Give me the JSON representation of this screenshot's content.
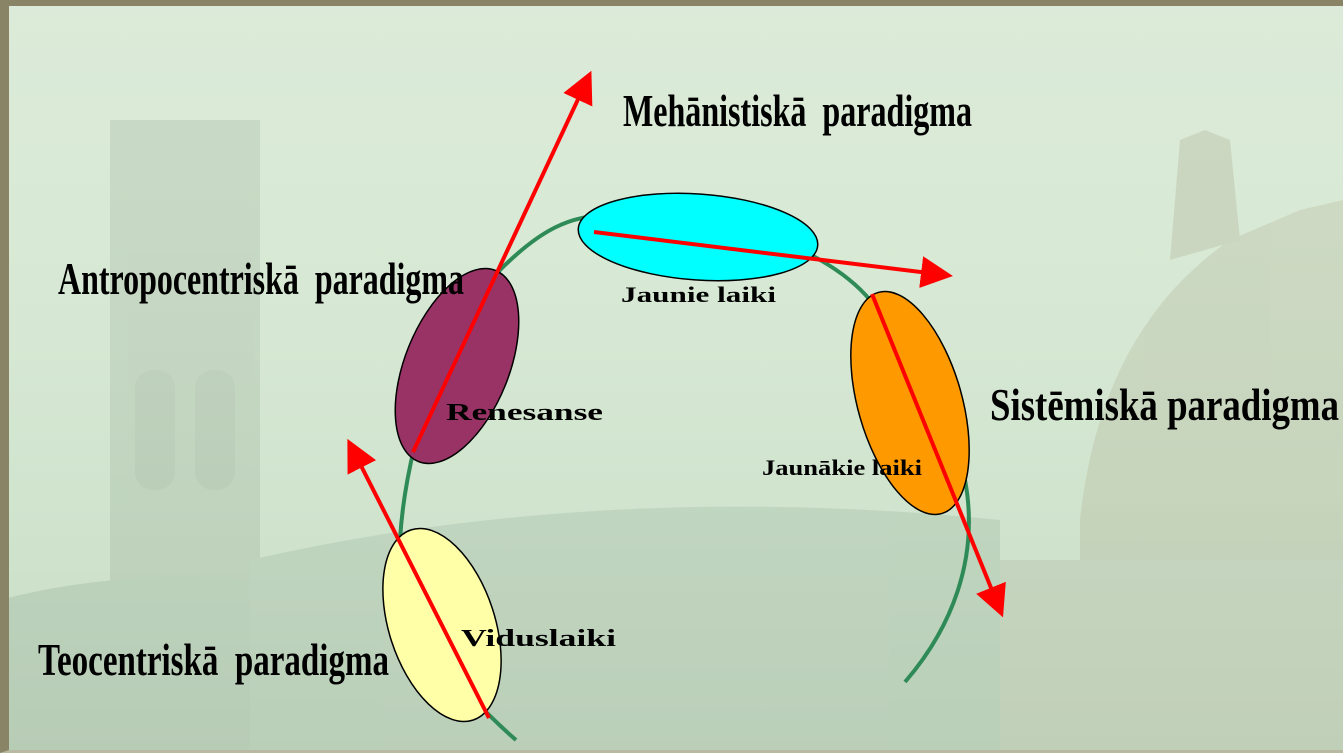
{
  "paradigms": {
    "mechanistic": "Mehānistiskā  paradigma",
    "anthropocentric": "Antropocentriskā  paradigma",
    "systemic": "Sistēmiskā paradigma",
    "theocentric": "Teocentriskā  paradigma"
  },
  "eras": {
    "middle_ages": "Viduslaiki",
    "renaissance": "Renesanse",
    "modern_times": "Jaunie laiki",
    "newest_times": "Jaunākie laiki"
  },
  "colors": {
    "background": "#d6e8d3",
    "curve": "#2e8b57",
    "arrow": "#ff0000",
    "middle_ages_fill": "#ffffa8",
    "renaissance_fill": "#993366",
    "modern_times_fill": "#00ffff",
    "newest_times_fill": "#ff9900"
  }
}
